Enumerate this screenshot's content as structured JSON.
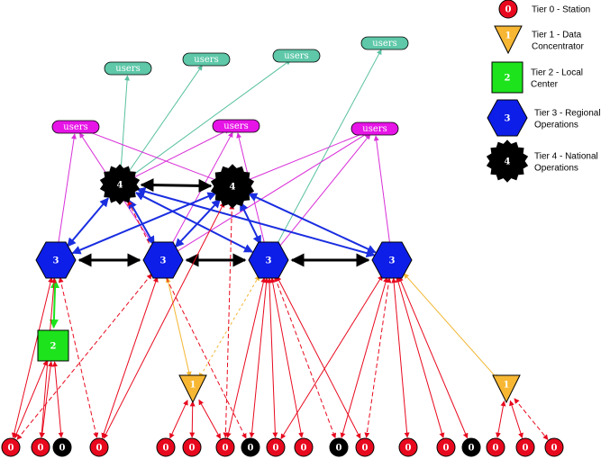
{
  "colors": {
    "station": "#e8091e",
    "station_dark": "#000000",
    "concentrator": "#f7b733",
    "local_center": "#1ce31c",
    "regional": "#0d1ee8",
    "national": "#000000",
    "users_magenta": "#e614e6",
    "users_teal": "#5ec8a8",
    "link_red": "#e8091e",
    "link_blue": "#1a2ee0",
    "link_black": "#000000",
    "link_yellow": "#f2b632",
    "link_green": "#1ce31c",
    "link_magenta": "#d92fd9",
    "link_teal": "#59c0a0"
  },
  "legend": [
    {
      "icon": "station-circle-icon",
      "symbol": "0",
      "label_lines": [
        "Tier 0 - Station"
      ]
    },
    {
      "icon": "triangle-icon",
      "symbol": "1",
      "label_lines": [
        "Tier 1 - Data",
        "Concentrator"
      ]
    },
    {
      "icon": "square-icon",
      "symbol": "2",
      "label_lines": [
        "Tier 2 - Local",
        "Center"
      ]
    },
    {
      "icon": "hexagon-icon",
      "symbol": "3",
      "label_lines": [
        "Tier 3 - Regional",
        "Operations"
      ]
    },
    {
      "icon": "starburst-icon",
      "symbol": "4",
      "label_lines": [
        "Tier 4 - National",
        "Operations"
      ]
    }
  ],
  "users_label": "users",
  "tier_labels": {
    "station": "0",
    "concentrator": "1",
    "local": "2",
    "regional": "3",
    "national": "4"
  }
}
